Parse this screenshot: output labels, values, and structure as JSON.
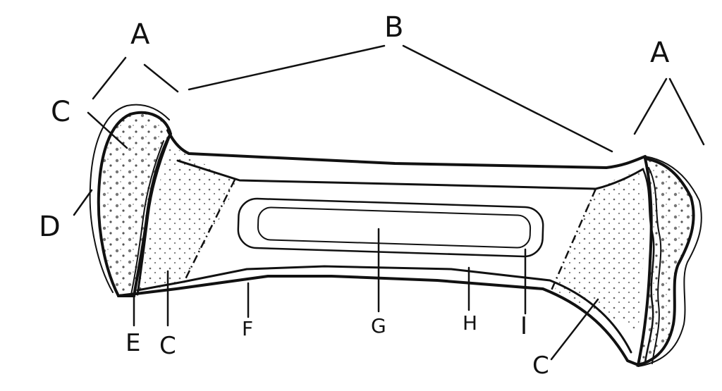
{
  "labels": {
    "a_left": "A",
    "a_right": "A",
    "b": "B",
    "c_top": "C",
    "c_bottom_left": "C",
    "c_bottom_right": "C",
    "d": "D",
    "e": "E",
    "f": "F",
    "g": "G",
    "h": "H",
    "i": "I"
  }
}
